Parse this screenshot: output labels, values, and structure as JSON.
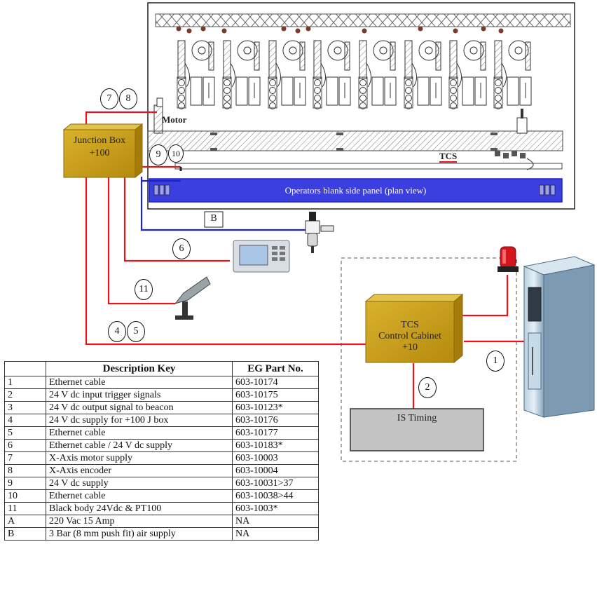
{
  "machine": {
    "motor_label": "Motor",
    "tcs_label": "TCS",
    "panel_label": "Operators blank side panel (plan view)"
  },
  "junction_box": {
    "line1": "Junction Box",
    "line2": "+100"
  },
  "cabinet": {
    "line1": "TCS",
    "line2": "Control Cabinet",
    "line3": "+10"
  },
  "is_timing": {
    "label": "IS Timing"
  },
  "callouts": {
    "c7": "7",
    "c8": "8",
    "c9": "9",
    "c10": "10",
    "c6": "6",
    "c11": "11",
    "c4": "4",
    "c5": "5",
    "c1": "1",
    "c2": "2",
    "cB": "B"
  },
  "key_table": {
    "headers": [
      "",
      "Description Key",
      "EG Part No."
    ],
    "rows": [
      {
        "id": "1",
        "desc": "Ethernet cable",
        "part": "603-10174"
      },
      {
        "id": "2",
        "desc": "24 V dc input trigger signals",
        "part": "603-10175"
      },
      {
        "id": "3",
        "desc": "24 V dc output signal to beacon",
        "part": "603-10123*"
      },
      {
        "id": "4",
        "desc": "24 V dc supply for +100 J box",
        "part": "603-10176"
      },
      {
        "id": "5",
        "desc": "Ethernet cable",
        "part": "603-10177"
      },
      {
        "id": "6",
        "desc": "Ethernet cable / 24 V dc supply",
        "part": "603-10183*"
      },
      {
        "id": "7",
        "desc": "X-Axis motor supply",
        "part": "603-10003"
      },
      {
        "id": "8",
        "desc": "X-Axis encoder",
        "part": "603-10004"
      },
      {
        "id": "9",
        "desc": "24 V dc supply",
        "part": "603-10031>37"
      },
      {
        "id": "10",
        "desc": "Ethernet cable",
        "part": "603-10038>44"
      },
      {
        "id": "11",
        "desc": "Black body 24Vdc & PT100",
        "part": "603-1003*"
      },
      {
        "id": "A",
        "desc": "220 Vac 15 Amp",
        "part": "NA"
      },
      {
        "id": "B",
        "desc": "3 Bar (8 mm push fit) air supply",
        "part": "NA"
      }
    ]
  },
  "colors": {
    "red_cable": "#e8141b",
    "blue_cable": "#1c23c9",
    "gold_box": "#c9a21a",
    "panel_blue": "#3b3fe0",
    "grey_box": "#c4c4c4"
  },
  "icons": [
    "beacon-icon",
    "hmi-panel-icon",
    "air-regulator-icon",
    "pyrometer-icon",
    "cabinet-tower-icon"
  ]
}
